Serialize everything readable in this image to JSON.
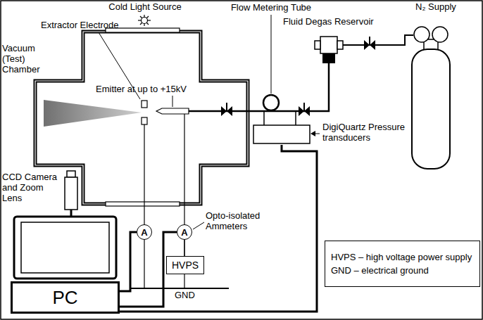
{
  "diagram": {
    "nodes": [
      {
        "text": [
          "A"
        ]
      },
      {
        "text": [
          "A"
        ]
      },
      {
        "text": [
          "HVPS"
        ]
      },
      {
        "text": [
          "PC"
        ]
      },
      {
        "text": [
          "HVPS – high voltage power supply",
          "GND – electrical ground"
        ]
      }
    ],
    "edges": [
      {
        "from": 0,
        "to": 3,
        "arrow": "none"
      },
      {
        "from": 1,
        "to": 3,
        "arrow": "none"
      },
      {
        "from": 1,
        "to": 2,
        "arrow": "none"
      }
    ],
    "labels": [
      "Cold Light Source",
      "Flow Metering Tube",
      "N₂ Supply",
      "Extractor Electrode",
      "Fluid Degas Reservoir",
      "Emitter at up to +15kV",
      "Vacuum (Test) Chamber",
      "DigiQuartz Pressure transducers",
      "Opto-isolated Ammeters",
      "CCD Camera and Zoom Lens",
      "GND"
    ]
  }
}
